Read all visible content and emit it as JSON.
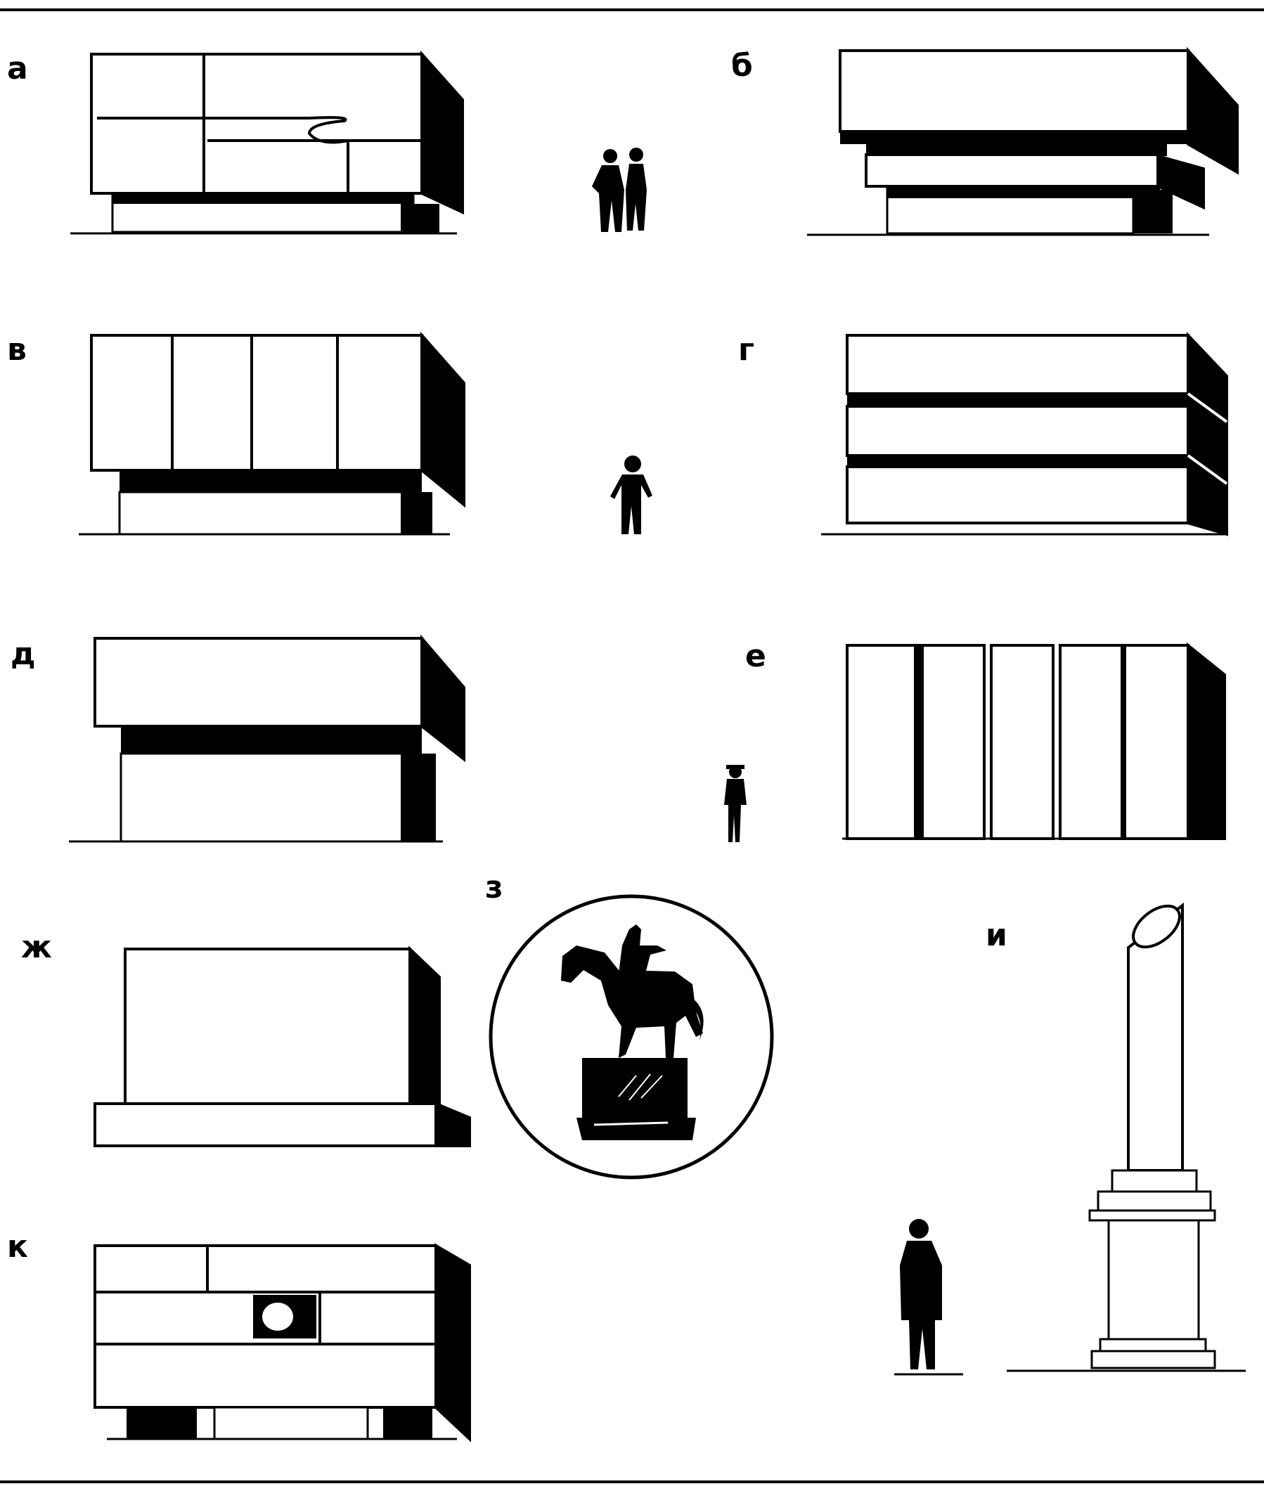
{
  "labels": {
    "a": "а",
    "b": "б",
    "v": "в",
    "g": "г",
    "d": "д",
    "e": "е",
    "zh": "ж",
    "z": "з",
    "i": "и",
    "k": "к"
  },
  "colors": {
    "ink": "#000000",
    "paper": "#ffffff"
  }
}
